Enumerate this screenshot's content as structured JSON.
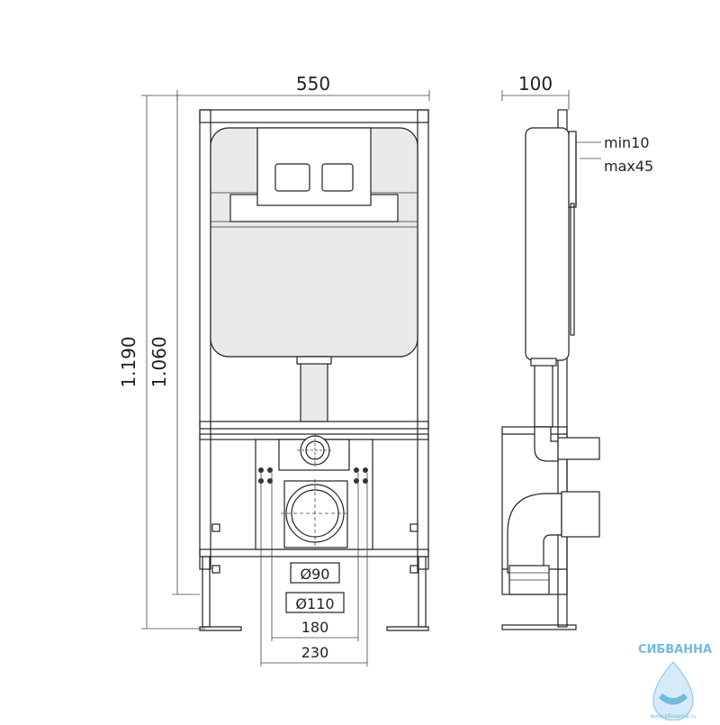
{
  "dimensions": {
    "width_total": "550",
    "depth_total": "100",
    "height_total": "1.190",
    "height_frame": "1.060",
    "depth_min": "min10",
    "depth_max": "max45",
    "pipe_small": "Ø90",
    "pipe_large": "Ø110",
    "bolt_spacing_inner": "180",
    "bolt_spacing_outer": "230"
  },
  "logo": {
    "text": "СИБВАННА",
    "url": "www.sibvanna.ru"
  },
  "colors": {
    "line": "#222222",
    "tank_fill": "#e9e9e9",
    "logo_blue": "#5aaedb"
  }
}
